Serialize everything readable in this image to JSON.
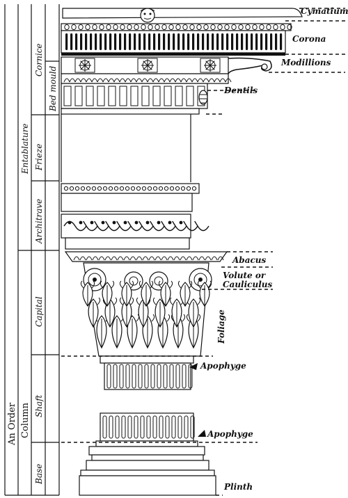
{
  "diagram": {
    "right_labels": {
      "cymatium": "Cymatium",
      "corona": "Corona",
      "modillions": "Modillions",
      "dentils": "Dentils",
      "abacus": "Abacus",
      "volute_line1": "Volute or",
      "volute_line2": "Cauliculus",
      "foliage": "Foliage",
      "apophyge_top": "Apophyge",
      "apophyge_base": "Apophyge",
      "plinth": "Plinth"
    },
    "left_labels": {
      "an_order": "An Order",
      "entablature": "Entablature",
      "column": "Column",
      "cornice": "Cornice",
      "bed_mould": "Bed mould",
      "frieze": "Frieze",
      "architrave": "Architrave",
      "capital": "Capital",
      "shaft": "Shaft",
      "base": "Base"
    }
  }
}
